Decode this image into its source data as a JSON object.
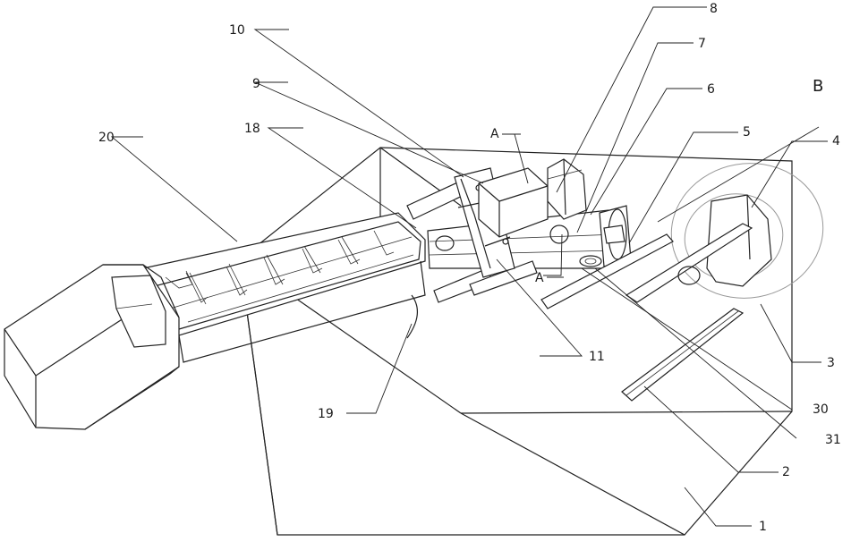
{
  "labels": {
    "l1": "1",
    "l2": "2",
    "l3": "3",
    "l4": "4",
    "l5": "5",
    "l6": "6",
    "l7": "7",
    "l8": "8",
    "l9": "9",
    "l10": "10",
    "l11": "11",
    "l18": "18",
    "l19": "19",
    "l20": "20",
    "l30": "30",
    "l31": "31",
    "lA1": "A",
    "lA2": "A",
    "lB": "B"
  }
}
